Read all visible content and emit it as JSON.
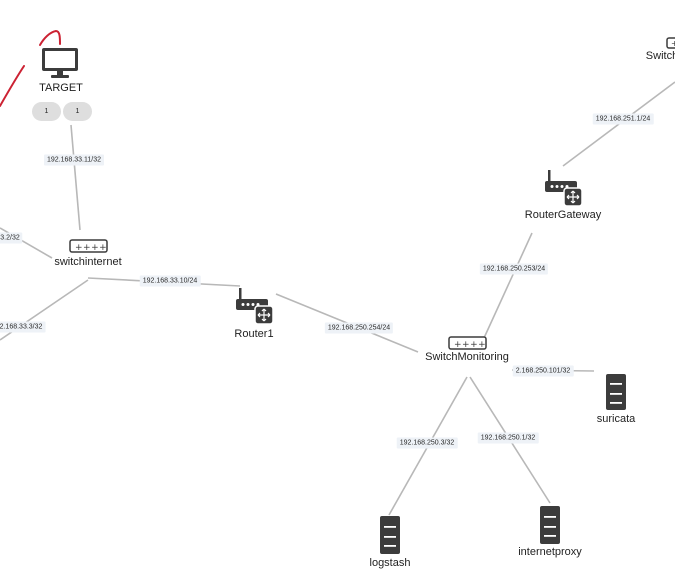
{
  "nodes": {
    "target": {
      "label": "TARGET",
      "icon": "monitor-icon",
      "badges": [
        "1",
        "1"
      ]
    },
    "switch_top": {
      "label": "Switch",
      "icon": "switch-icon"
    },
    "router_gateway": {
      "label": "RouterGateway",
      "icon": "router-icon"
    },
    "switchinternet": {
      "label": "switchinternet",
      "icon": "switch-icon"
    },
    "router1": {
      "label": "Router1",
      "icon": "router-icon"
    },
    "switch_monitoring": {
      "label": "SwitchMonitoring",
      "icon": "switch-icon"
    },
    "suricata": {
      "label": "suricata",
      "icon": "server-icon"
    },
    "logstash": {
      "label": "logstash",
      "icon": "server-icon"
    },
    "internetproxy": {
      "label": "internetproxy",
      "icon": "server-icon"
    }
  },
  "links": {
    "target_switchinternet": "192.168.33.11/32",
    "left_upper": "3.2/32",
    "left_lower": "2.168.33.3/32",
    "switchinternet_router1": "192.168.33.10/24",
    "router1_switchmonitoring": "192.168.250.254/24",
    "gateway_switchmonitoring": "192.168.250.253/24",
    "switch_gateway": "192.168.251.1/24",
    "switchmonitoring_suricata": "2.168.250.101/32",
    "switchmonitoring_logstash": "192.168.250.3/32",
    "switchmonitoring_internetproxy": "192.168.250.1/32"
  },
  "colors": {
    "link": "#b8b8b8",
    "icon": "#3c3c3c",
    "ip_label_bg": "#eef2f7",
    "badge_bg": "#dedede",
    "annotation": "#cc2233"
  }
}
